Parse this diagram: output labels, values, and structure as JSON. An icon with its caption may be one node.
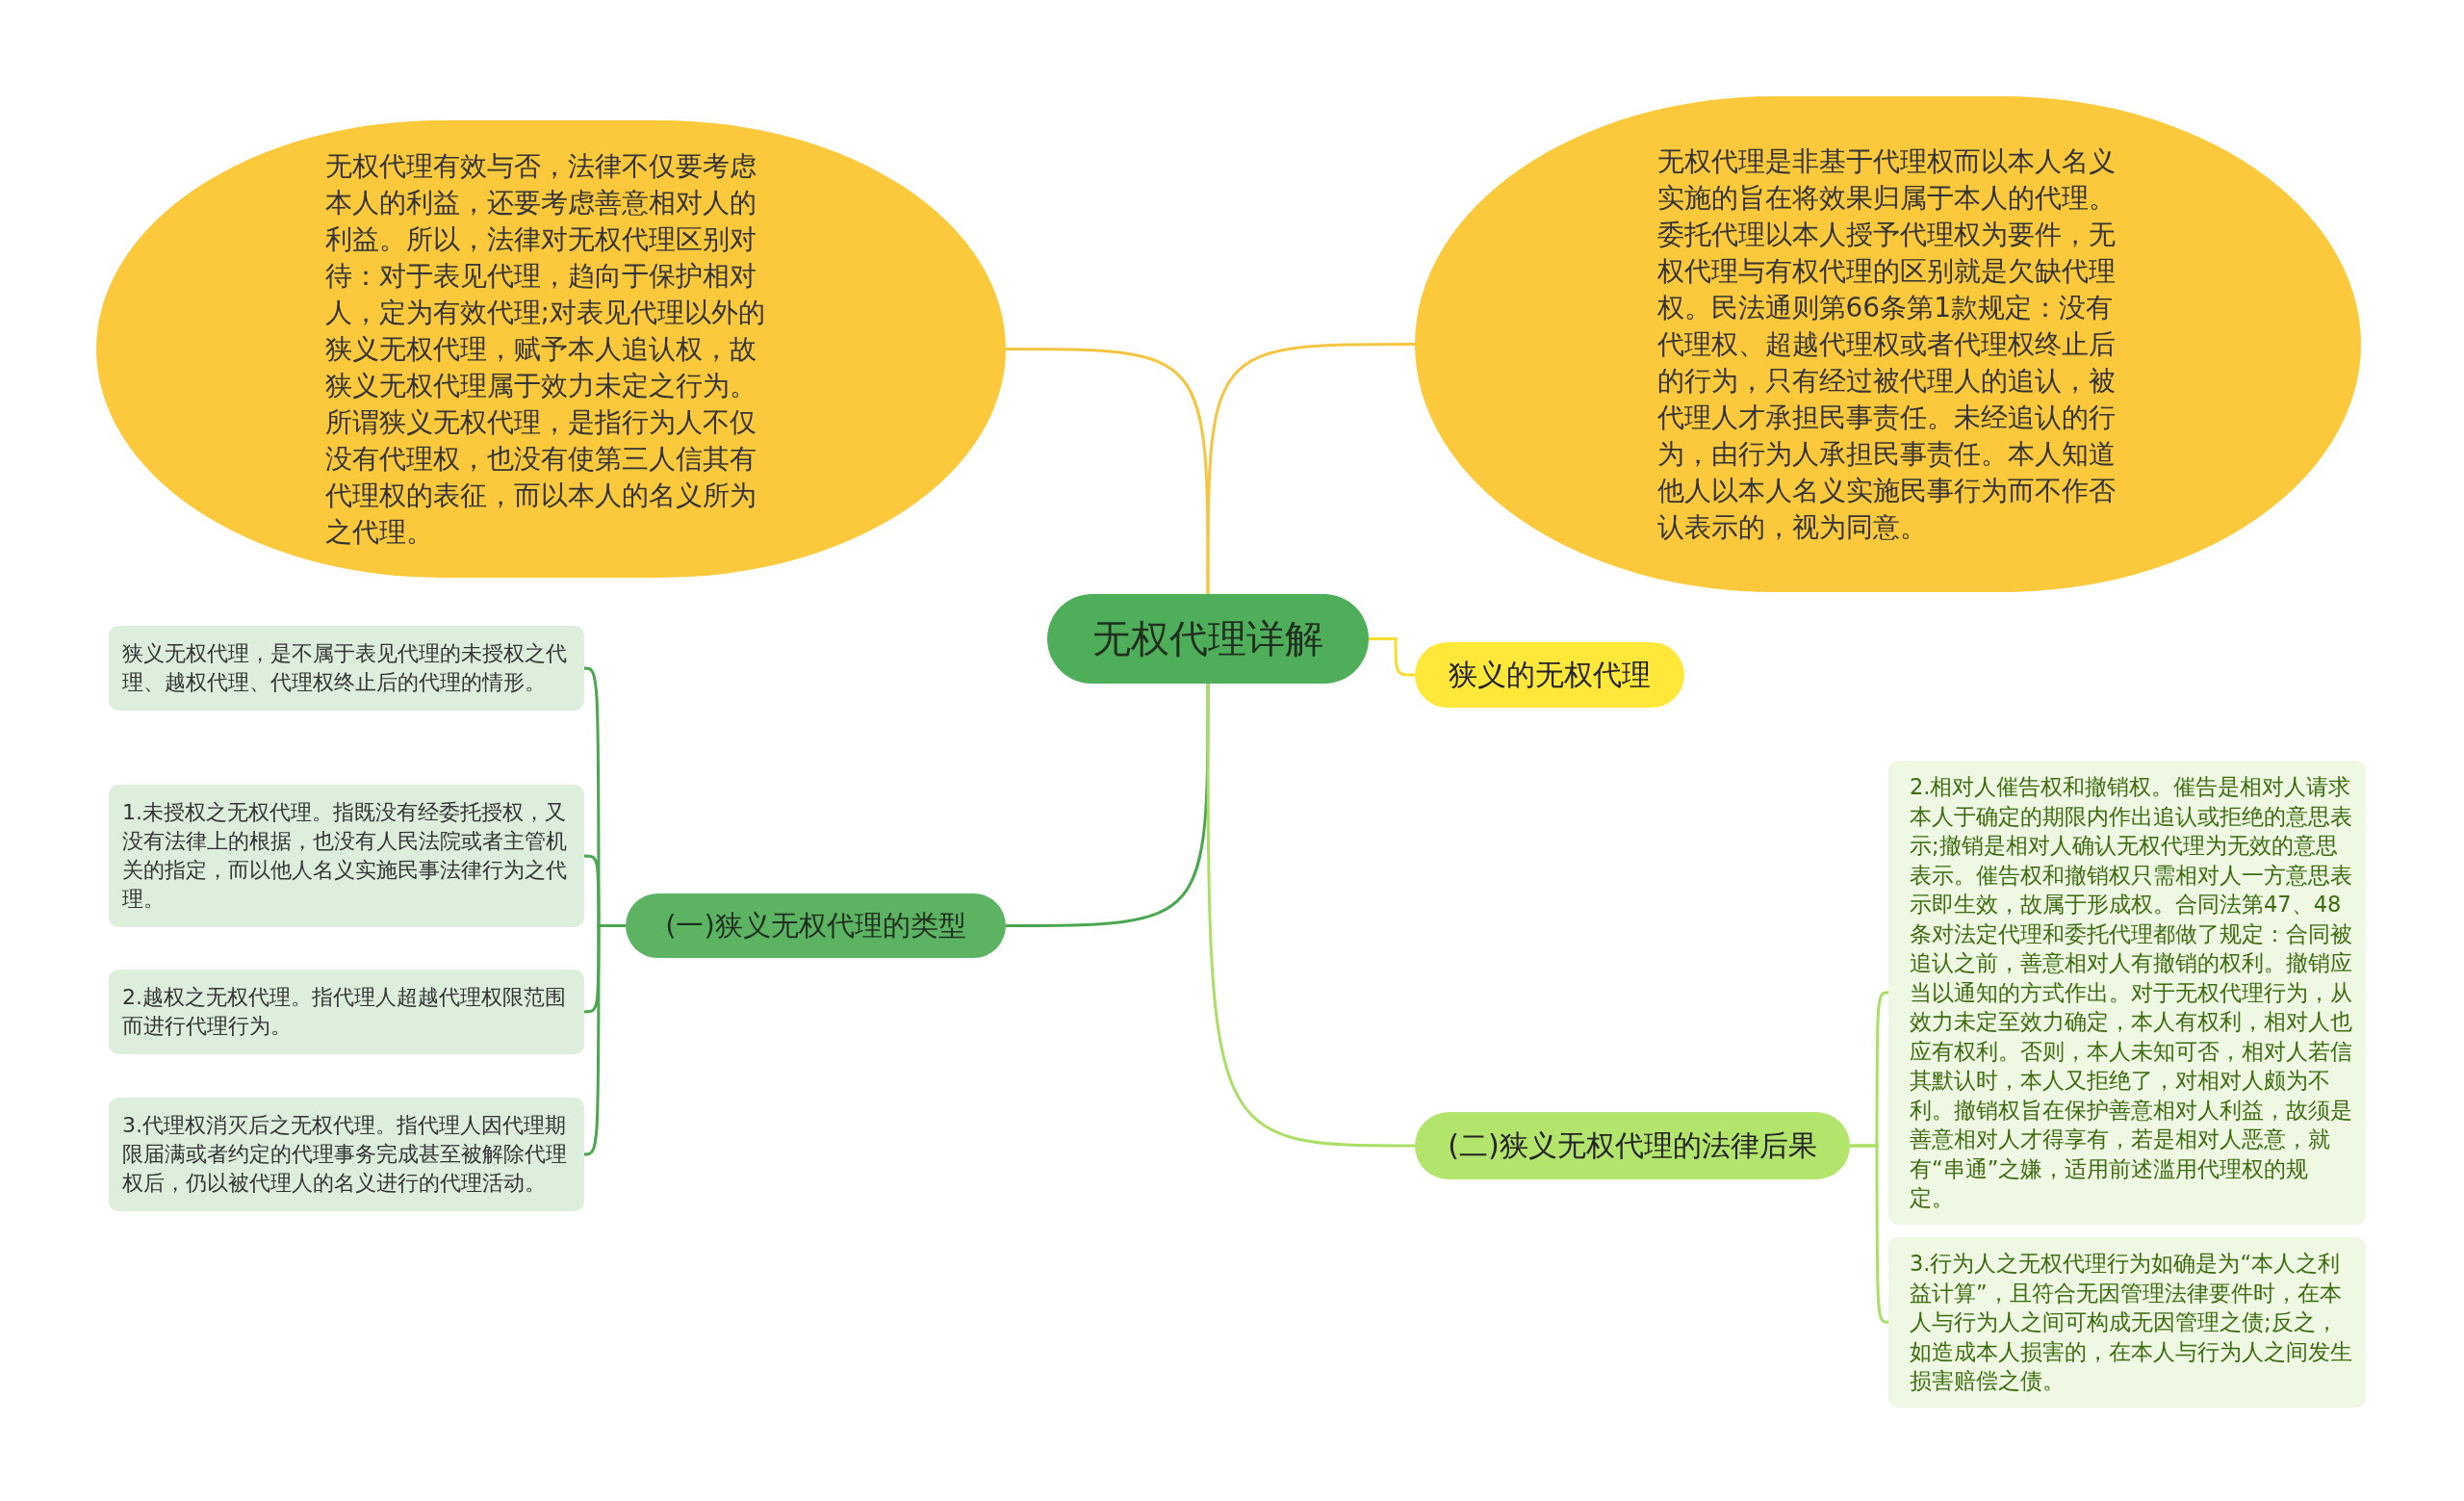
{
  "diagram": {
    "nodes": [
      {
        "text": [
          "无权代理详解"
        ]
      },
      {
        "text": [
          "无权代理有效与否，法律不仅要考虑本人的利益，还要考虑善意相对人的利益。所以，法律对无权代理区别对待：对于表见代理，趋向于保护相对人，定为有效代理;对表见代理以外的狭义无权代理，赋予本人追认权，故狭义无权代理属于效力未定之行为。所谓狭义无权代理，是指行为人不仅没有代理权，也没有使第三人信其有代理权的表征，而以本人的名义所为之代理。"
        ]
      },
      {
        "text": [
          "无权代理是非基于代理权而以本人名义实施的旨在将效果归属于本人的代理。委托代理以本人授予代理权为要件，无权代理与有权代理的区别就是欠缺代理权。民法通则第66条第1款规定：没有代理权、超越代理权或者代理权终止后的行为，只有经过被代理人的追认，被代理人才承担民事责任。未经追认的行为，由行为人承担民事责任。本人知道他人以本人名义实施民事行为而不作否认表示的，视为同意。"
        ]
      },
      {
        "text": [
          "狭义的无权代理"
        ]
      },
      {
        "text": [
          "(一)狭义无权代理的类型"
        ]
      },
      {
        "text": [
          "狭义无权代理，是不属于表见代理的未授权之代理、越权代理、代理权终止后的代理的情形。"
        ]
      },
      {
        "text": [
          "1.未授权之无权代理。指既没有经委托授权，又没有法律上的根据，也没有人民法院或者主管机关的指定，而以他人名义实施民事法律行为之代理。"
        ]
      },
      {
        "text": [
          "2.越权之无权代理。指代理人超越代理权限范围而进行代理行为。"
        ]
      },
      {
        "text": [
          "3.代理权消灭后之无权代理。指代理人因代理期限届满或者约定的代理事务完成甚至被解除代理权后，仍以被代理人的名义进行的代理活动。"
        ]
      },
      {
        "text": [
          "(二)狭义无权代理的法律后果"
        ]
      },
      {
        "text": [
          "2.相对人催告权和撤销权。催告是相对人请求本人于确定的期限内作出追认或拒绝的意思表示;撤销是相对人确认无权代理为无效的意思表示。催告权和撤销权只需相对人一方意思表示即生效，故属于形成权。合同法第47、48条对法定代理和委托代理都做了规定：合同被追认之前，善意相对人有撤销的权利。撤销应当以通知的方式作出。对于无权代理行为，从效力未定至效力确定，本人有权利，相对人也应有权利。否则，本人未知可否，相对人若信其默认时，本人又拒绝了，对相对人颇为不利。撤销权旨在保护善意相对人利益，故须是善意相对人才得享有，若是相对人恶意，就有“串通”之嫌，适用前述滥用代理权的规定。"
        ]
      },
      {
        "text": [
          "3.行为人之无权代理行为如确是为“本人之利益计算”，且符合无因管理法律要件时，在本人与行为人之间可构成无因管理之债;反之，如造成本人损害的，在本人与行为人之间发生损害赔偿之债。"
        ]
      }
    ],
    "edges": [
      {
        "from": 0,
        "to": 1,
        "arrow": "none",
        "color": "#f5c542"
      },
      {
        "from": 0,
        "to": 2,
        "arrow": "none",
        "color": "#f5c542"
      },
      {
        "from": 0,
        "to": 3,
        "arrow": "none",
        "color": "#f5dc2e"
      },
      {
        "from": 0,
        "to": 4,
        "arrow": "none"
      },
      {
        "from": 0,
        "to": 9,
        "arrow": "none",
        "color": "#a9e063"
      },
      {
        "from": 4,
        "to": 5,
        "arrow": "none"
      },
      {
        "from": 4,
        "to": 6,
        "arrow": "none"
      },
      {
        "from": 4,
        "to": 7,
        "arrow": "none"
      },
      {
        "from": 4,
        "to": 8,
        "arrow": "none"
      },
      {
        "from": 9,
        "to": 10,
        "arrow": "none",
        "color": "#a9e063"
      },
      {
        "from": 9,
        "to": 11,
        "arrow": "none",
        "color": "#a9e063"
      }
    ]
  }
}
